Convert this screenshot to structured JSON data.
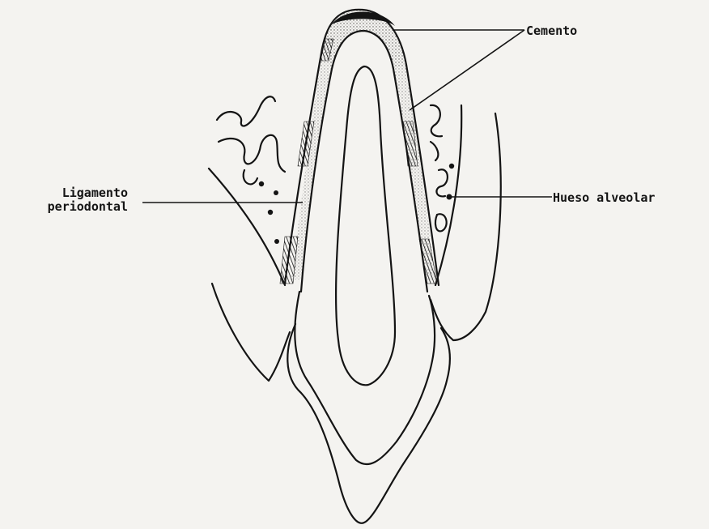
{
  "labels": {
    "cemento": "Cemento",
    "hueso_alveolar": "Hueso alveolar",
    "ligamento_line1": "Ligamento",
    "ligamento_line2": "periodontal"
  },
  "colors": {
    "ink": "#141414",
    "paper": "#f4f3f0"
  }
}
